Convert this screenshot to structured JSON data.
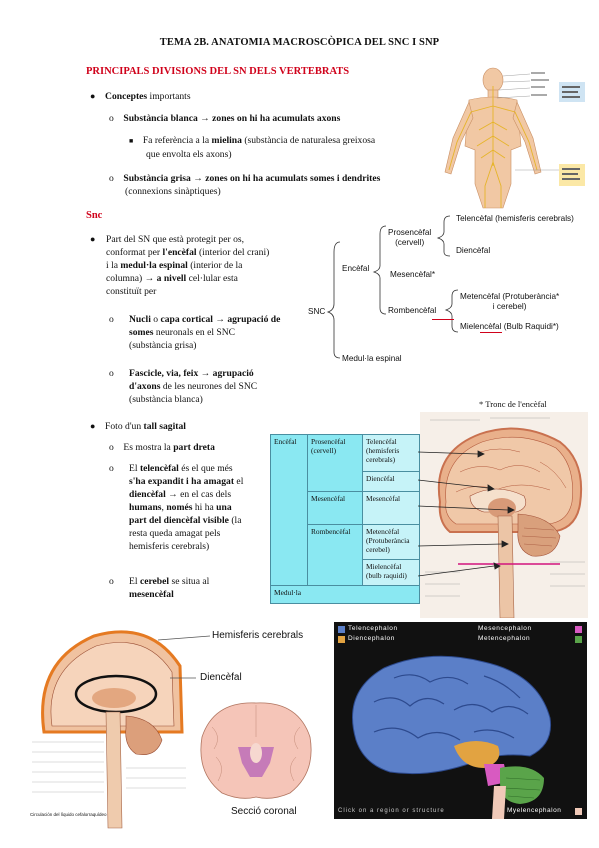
{
  "title": "TEMA 2B. ANATOMIA MACROSCÒPICA DEL SNC I SNP",
  "section1": {
    "heading": "PRINCIPALS DIVISIONS DEL SN DELS VERTEBRATS",
    "conceptes_b": "Conceptes",
    "conceptes_rest": " importants",
    "blanca_b": "Substància blanca → zones on hi ha acumulats axons",
    "mielina_pre": "Fa referència a la ",
    "mielina_b": "mielina",
    "mielina_post1": " (substància de naturalesa greixosa",
    "mielina_post2": "que envolta els axons)",
    "grisa_b": "Substància grisa → zones on hi ha acumulats somes i dendrites",
    "grisa_rest": "(connexions sinàptiques)"
  },
  "snc": {
    "heading": "Snc",
    "p1_l1": "Part del SN que està protegit per os,",
    "p1_l2_pre": "conformat per ",
    "p1_l2_b": "l'encèfal",
    "p1_l2_post": " (interior del crani)",
    "p1_l3_pre": "i la ",
    "p1_l3_b": "medul·la espinal",
    "p1_l3_post": " (interior de la",
    "p1_l4_pre": "columna) → ",
    "p1_l4_b": "a nivell",
    "p1_l4_post": " cel·lular esta",
    "p1_l5": "constituït per",
    "nuclis_l1_b1": "Nucli",
    "nuclis_l1_mid": " o ",
    "nuclis_l1_b2": "capa cortical → agrupació de",
    "nuclis_l2_b": "somes",
    "nuclis_l2_rest": " neuronals en el SNC",
    "nuclis_l3": "(substància grisa)",
    "fascicle_l1_b": "Fascicle, via, feix → agrupació",
    "fascicle_l2_b": "d'axons",
    "fascicle_l2_rest": " de les neurones del SNC",
    "fascicle_l3": "(substància blanca)"
  },
  "tree": {
    "snc": "SNC",
    "encefal": "Encèfal",
    "medulla": "Medul·la espinal",
    "prosencefal": "Prosencèfal",
    "prosencefal_sub": "(cervell)",
    "mesencefal": "Mesencèfal*",
    "rombencefal": "Rombencèfal",
    "telencefal": "Telencèfal (hemisferis cerebrals)",
    "diencefal": "Diencèfal",
    "metencefal_1": "Metencèfal (Protuberància*",
    "metencefal_2": "i cerebel)",
    "mielencefal": "Mielencèfal (Bulb Raquidi*)",
    "note": "* Tronc de l'encèfal"
  },
  "sagital": {
    "bullet_pre": "Foto d'un ",
    "bullet_b": "tall sagital",
    "b1_pre": "Es mostra la ",
    "b1_b": "part dreta",
    "b2_l1_pre": "El ",
    "b2_l1_b": "telencèfal",
    "b2_l1_post": " és el que més",
    "b2_l2_b": "s'ha expandit i ha amagat",
    "b2_l2_post": " el",
    "b2_l3_b": "diencèfal",
    "b2_l3_post": " → en el cas dels",
    "b2_l4_b1": "humans",
    "b2_l4_mid": ", ",
    "b2_l4_b2": "només",
    "b2_l4_post": " hi ha ",
    "b2_l4_b3": "una",
    "b2_l5_b": "part del diencèfal visible",
    "b2_l5_post": " (la",
    "b2_l6": "resta queda amagat pels",
    "b2_l7": "hemisferis cerebrals)",
    "b3_l1_pre": "El ",
    "b3_l1_b": "cerebel",
    "b3_l1_post": " se situa al",
    "b3_l2_b": "mesencèfal"
  },
  "table": {
    "encefal": "Encèfal",
    "prosencefal": "Prosencèfal (cervell)",
    "telencefal": "Telencèfal (hemisferis cerebrals)",
    "diencefal": "Diencèfal",
    "mesencefal_l": "Mesencèfal",
    "mesencefal_r": "Mesencèfal",
    "rombencefal": "Rombencèfal",
    "metencefal": "Metencèfal (Protuberància cerebel)",
    "mielencefal": "Mielencèfal (bulb raquidi)",
    "medulla": "Medul·la"
  },
  "figures": {
    "hemisferis": "Hemisferis cerebrals",
    "diencefal": "Diencèfal",
    "seccio": "Secció coronal",
    "left_caption": "Circulación del líquido cefalorraquídeo",
    "legend_tel": "Telencephalon",
    "legend_die": "Diencephalon",
    "legend_mes": "Mesencephalon",
    "legend_met": "Metencephalon",
    "legend_mye": "Myelencephalon",
    "click_text": "Click on a region or structure"
  },
  "colors": {
    "heading_red": "#d0021b",
    "table_cyan": "#8ae8f2",
    "table_light": "#c6f3f8",
    "tel": "#5b7fc8",
    "die": "#e2a341",
    "mes": "#d85ac1",
    "met": "#5aa44a",
    "mye": "#f0c9b8"
  }
}
